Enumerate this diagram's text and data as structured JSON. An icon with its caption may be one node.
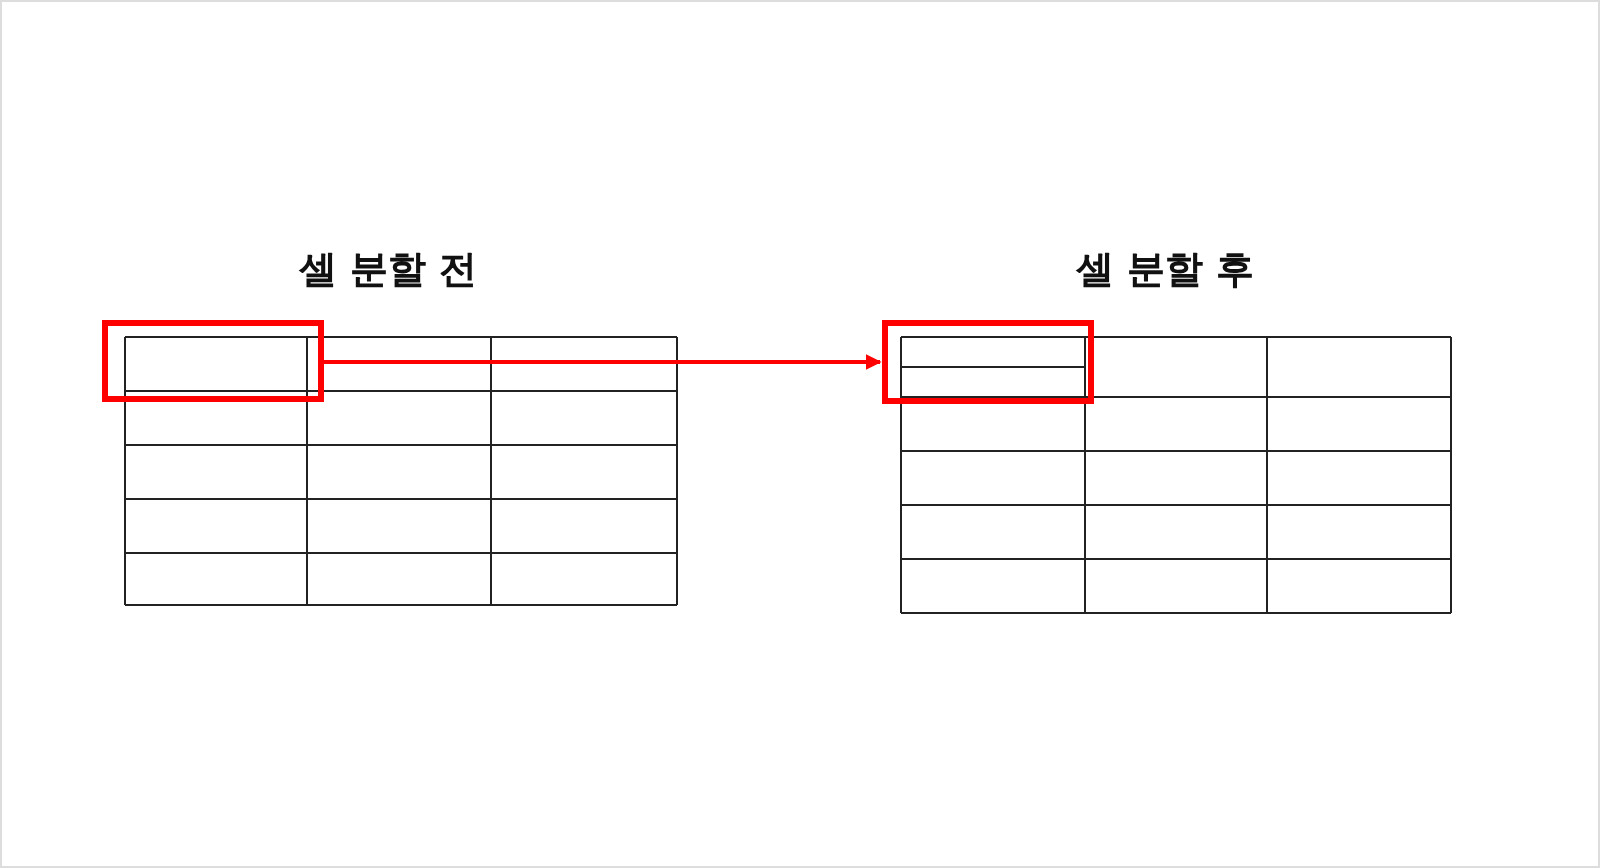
{
  "diagram": {
    "nodes": [
      {
        "text": [
          "셀 분할 전"
        ]
      },
      {
        "text": [],
        "shape": "box",
        "in": 0
      },
      {
        "text": [
          "셀 분할 후"
        ]
      },
      {
        "text": [],
        "shape": "box",
        "in": 2
      }
    ],
    "edges": [
      {
        "from": 1,
        "to": 3,
        "arrow": "to"
      }
    ]
  }
}
